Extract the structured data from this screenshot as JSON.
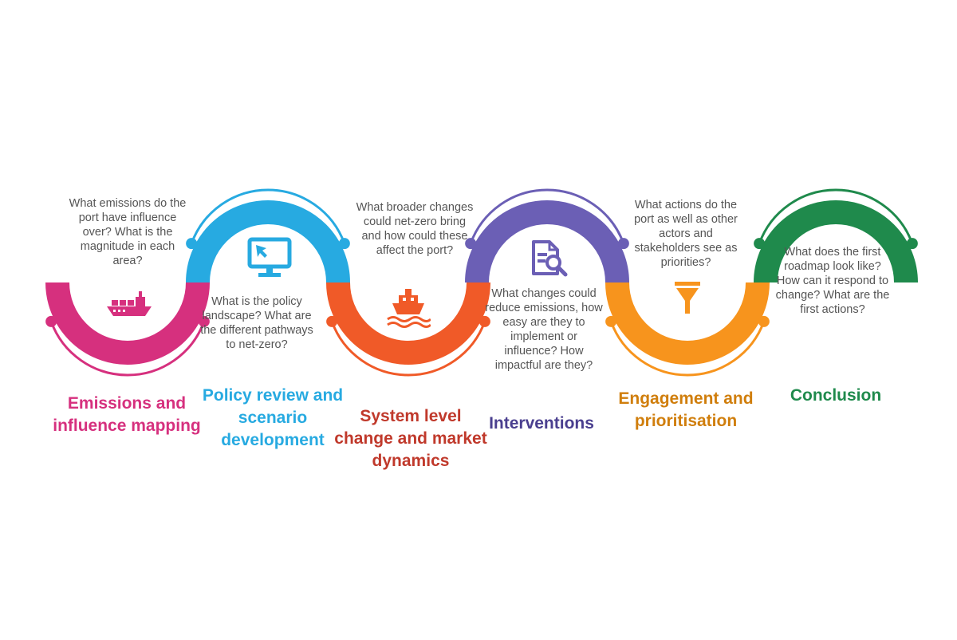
{
  "steps": [
    {
      "title": "Emissions and influence mapping",
      "question": "What emissions do the port have influence over? What is the magnitude in each area?",
      "icon": "cargo-ship-icon",
      "color": "#d6307e"
    },
    {
      "title": "Policy review and scenario development",
      "question": "What is the policy landscape? What are the different pathways to net-zero?",
      "icon": "computer-monitor-icon",
      "color": "#27aae1"
    },
    {
      "title": "System level change and market dynamics",
      "question": "What broader changes could net-zero bring and how could these affect the port?",
      "icon": "ship-on-waves-icon",
      "color": "#f05a28"
    },
    {
      "title": "Interventions",
      "question": "What changes could reduce emissions, how easy are they to implement or influence? How impactful are they?",
      "icon": "document-search-icon",
      "color": "#6b5fb5"
    },
    {
      "title": "Engagement and prioritisation",
      "question": "What actions do the port as well as other actors and stakeholders see as priorities?",
      "icon": "funnel-filter-icon",
      "color": "#f7941d"
    },
    {
      "title": "Conclusion",
      "question": "What does the first roadmap look like? How can it respond to change? What are the first actions?",
      "icon": "",
      "color": "#1f8a4c"
    }
  ],
  "title_colors": [
    "#d6307e",
    "#27aae1",
    "#c0392b",
    "#4a3f8f",
    "#d07e0c",
    "#1f8a4c"
  ],
  "text_color": "#555555"
}
